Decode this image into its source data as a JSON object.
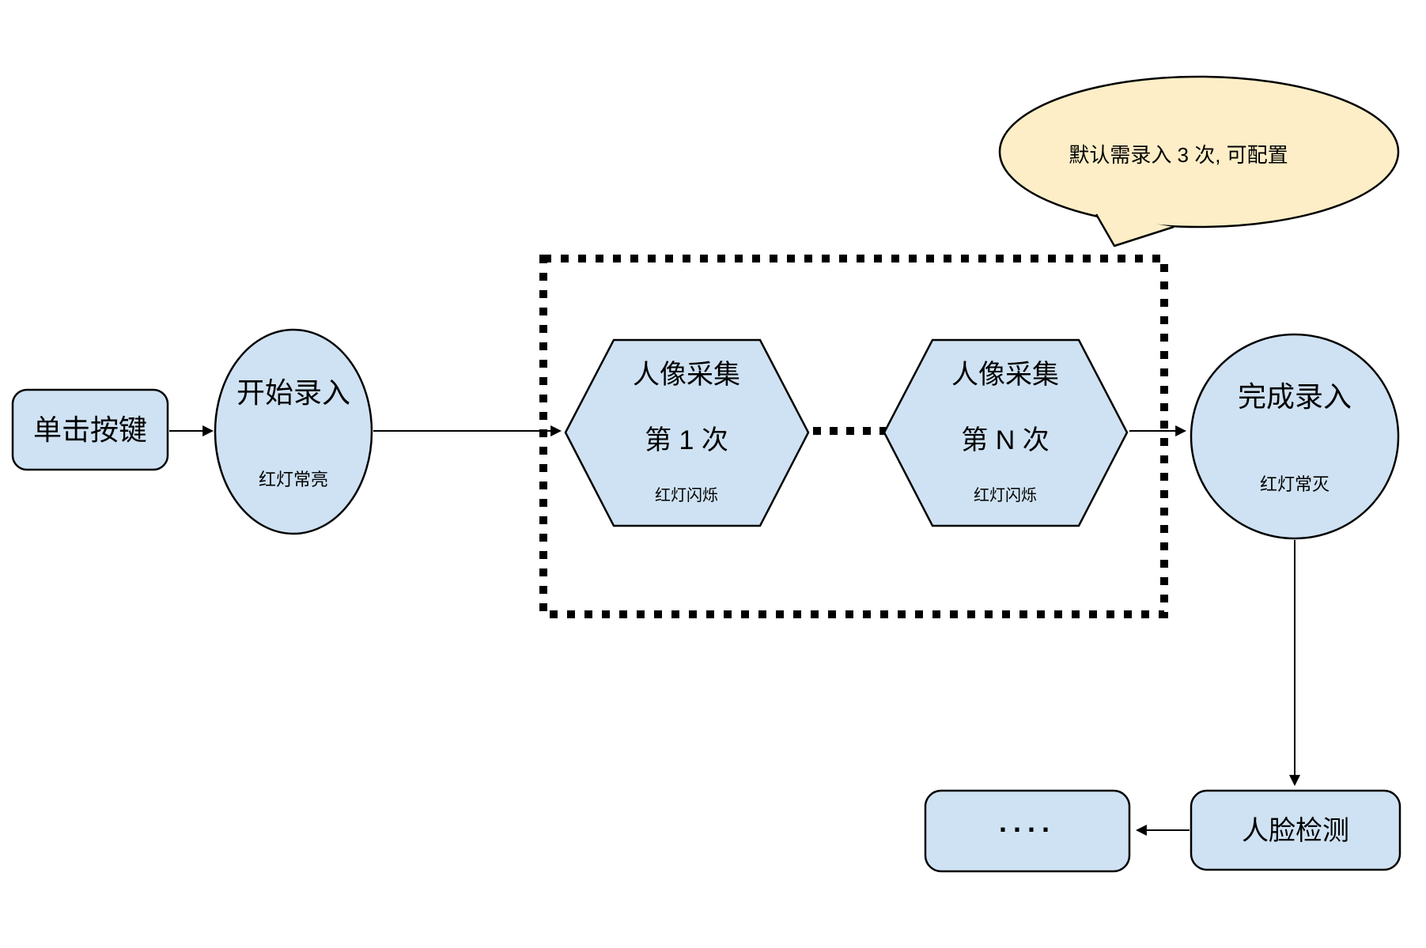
{
  "diagram": {
    "colors": {
      "node_fill": "#cfe2f3",
      "node_stroke": "#000000",
      "callout_fill": "#fdeec7"
    },
    "callout": {
      "text": "默认需录入 3 次, 可配置"
    },
    "nodes": {
      "start_button": {
        "label": "单击按键"
      },
      "start_record": {
        "label": "开始录入",
        "status": "红灯常亮"
      },
      "capture_1": {
        "title": "人像采集",
        "count": "第 1 次",
        "status": "红灯闪烁"
      },
      "capture_n": {
        "title": "人像采集",
        "count": "第 N 次",
        "status": "红灯闪烁"
      },
      "finish_record": {
        "label": "完成录入",
        "status": "红灯常灭"
      },
      "face_detect": {
        "label": "人脸检测"
      },
      "more_box": {
        "label": "...."
      }
    }
  }
}
